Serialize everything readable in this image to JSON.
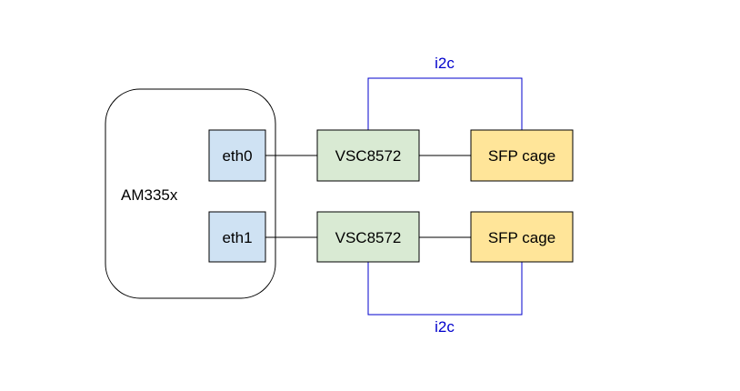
{
  "soc": {
    "label": "AM335x"
  },
  "ports": [
    {
      "label": "eth0"
    },
    {
      "label": "eth1"
    }
  ],
  "phys": [
    {
      "label": "VSC8572"
    },
    {
      "label": "VSC8572"
    }
  ],
  "sfp_cages": [
    {
      "label": "SFP cage"
    },
    {
      "label": "SFP cage"
    }
  ],
  "buses": [
    {
      "label": "i2c"
    },
    {
      "label": "i2c"
    }
  ],
  "colors": {
    "port_fill": "#cfe2f3",
    "phy_fill": "#d9ead3",
    "sfp_fill": "#ffe599",
    "bus_line": "#0000cc",
    "outline": "#000000"
  }
}
